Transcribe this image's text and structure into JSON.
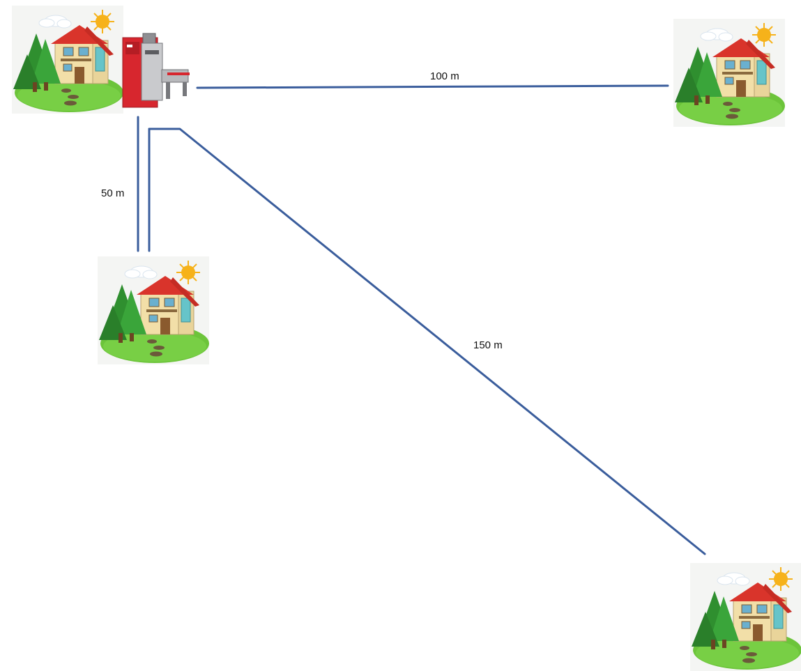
{
  "connections": [
    {
      "id": "east",
      "label": "100 m"
    },
    {
      "id": "south",
      "label": "50 m"
    },
    {
      "id": "southeast",
      "label": "150 m"
    }
  ],
  "colors": {
    "pipe": "#3a5d9c",
    "boiler": "#d7262e",
    "roof": "#d9342b",
    "grass": "#6cc43a",
    "tree": "#2f8f2f",
    "sun": "#f6b21a"
  },
  "icons": {
    "house": "house-icon",
    "boiler": "boiler-icon"
  }
}
